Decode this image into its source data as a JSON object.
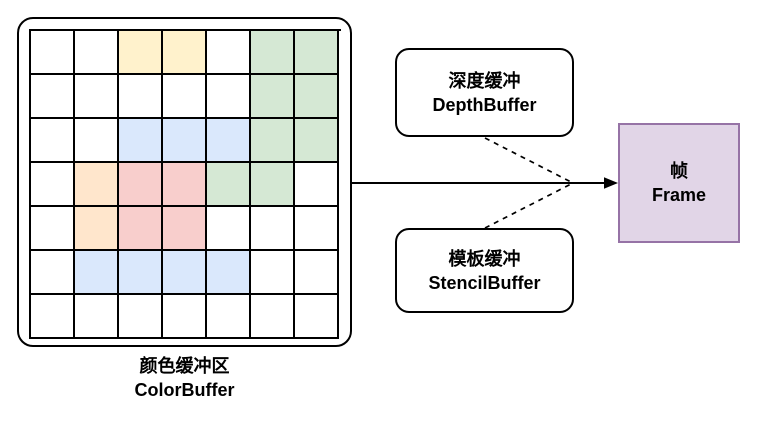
{
  "diagram": {
    "color_buffer": {
      "label_zh": "颜色缓冲区",
      "label_en": "ColorBuffer",
      "grid": {
        "rows": 7,
        "cols": 7,
        "cells": [
          [
            "w",
            "w",
            "y",
            "y",
            "w",
            "g",
            "g"
          ],
          [
            "w",
            "w",
            "w",
            "w",
            "w",
            "g",
            "g"
          ],
          [
            "w",
            "w",
            "b",
            "b",
            "b",
            "g",
            "g"
          ],
          [
            "w",
            "o",
            "r",
            "r",
            "g",
            "g",
            "w"
          ],
          [
            "w",
            "o",
            "r",
            "r",
            "w",
            "w",
            "w"
          ],
          [
            "w",
            "b",
            "b",
            "b",
            "b",
            "w",
            "w"
          ],
          [
            "w",
            "w",
            "w",
            "w",
            "w",
            "w",
            "w"
          ]
        ],
        "palette": {
          "w": "#FFFFFF",
          "y": "#FFF2CC",
          "g": "#D5E8D4",
          "b": "#DAE8FC",
          "o": "#FFE6CC",
          "r": "#F8CECC"
        }
      }
    },
    "depth_buffer": {
      "label_zh": "深度缓冲",
      "label_en": "DepthBuffer"
    },
    "stencil_buffer": {
      "label_zh": "模板缓冲",
      "label_en": "StencilBuffer"
    },
    "frame": {
      "label_zh": "帧",
      "label_en": "Frame",
      "fill_color": "#E1D5E7",
      "border_color": "#9673A6"
    },
    "connections": [
      {
        "from": "color_buffer",
        "to": "frame",
        "style": "solid-arrow"
      },
      {
        "from": "depth_buffer",
        "to": "frame",
        "style": "dashed"
      },
      {
        "from": "stencil_buffer",
        "to": "frame",
        "style": "dashed"
      }
    ]
  }
}
